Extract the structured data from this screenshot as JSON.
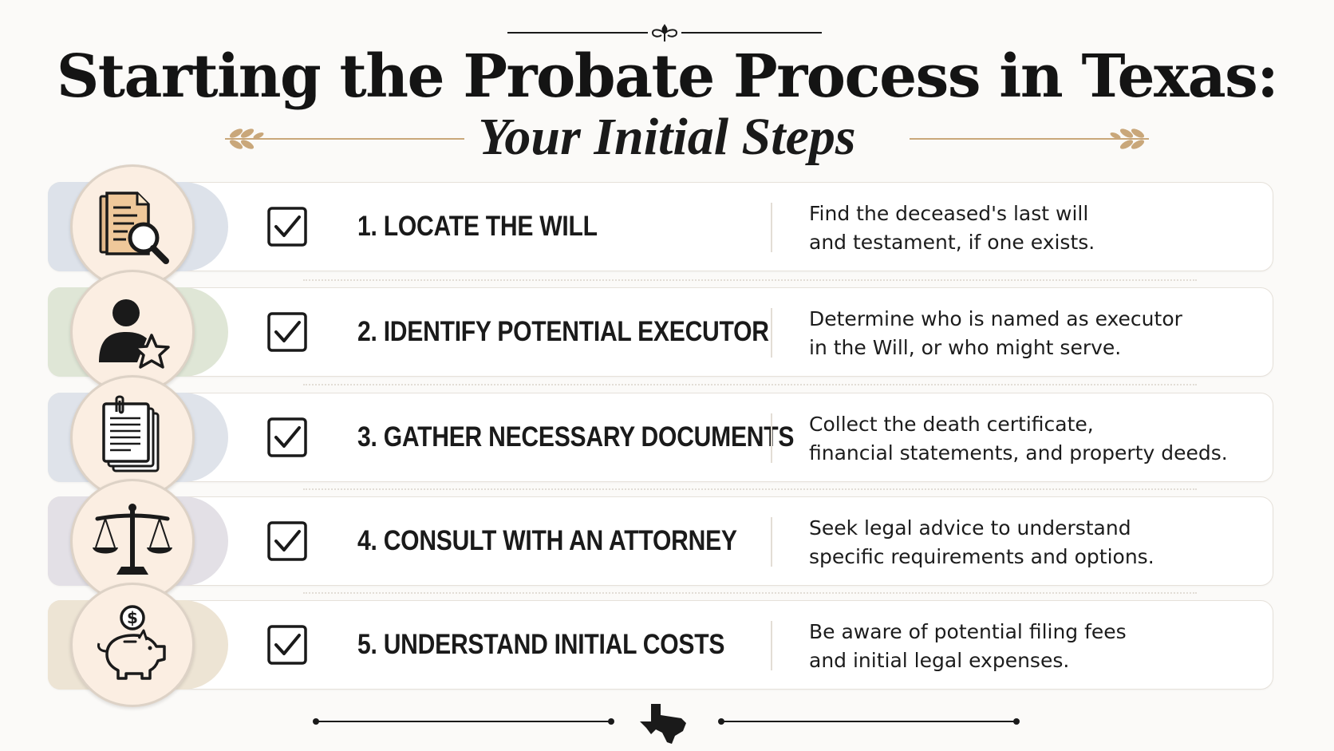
{
  "header": {
    "title": "Starting the Probate Process in Texas:",
    "subtitle": "Your Initial Steps"
  },
  "steps": [
    {
      "label": "1. LOCATE THE WILL",
      "description_line1": "Find the deceased's last will",
      "description_line2": "and testament, if one exists.",
      "icon": "document-search-icon",
      "tab_color": "#dde2ea"
    },
    {
      "label": "2. IDENTIFY POTENTIAL EXECUTOR",
      "description_line1": "Determine who is named as executor",
      "description_line2": "in the Will, or who might serve.",
      "icon": "person-star-icon",
      "tab_color": "#dfe6d6"
    },
    {
      "label": "3. GATHER NECESSARY DOCUMENTS",
      "description_line1": "Collect the death certificate,",
      "description_line2": "financial statements, and property deeds.",
      "icon": "documents-clip-icon",
      "tab_color": "#dfe3ea"
    },
    {
      "label": "4. CONSULT WITH AN ATTORNEY",
      "description_line1": "Seek legal advice to understand",
      "description_line2": "specific requirements and options.",
      "icon": "scales-of-justice-icon",
      "tab_color": "#e3e0e6"
    },
    {
      "label": "5. UNDERSTAND INITIAL COSTS",
      "description_line1": "Be aware of potential filing fees",
      "description_line2": "and initial legal expenses.",
      "icon": "piggy-bank-dollar-icon",
      "tab_color": "#ede4d4"
    }
  ],
  "colors": {
    "accent_gold": "#c9a77a",
    "text_dark": "#1a1a1a",
    "card_border": "#e6e1da"
  },
  "icons": {
    "top_ornament": "fleur-de-lis-icon",
    "laurel": "laurel-icon",
    "checkbox": "checkbox-checked-icon",
    "bottom_ornament": "texas-state-icon"
  }
}
